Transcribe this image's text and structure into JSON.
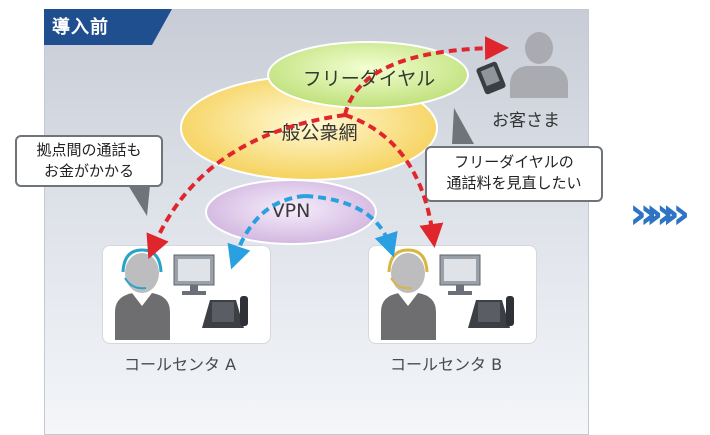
{
  "header": {
    "label": "導入前"
  },
  "clouds": {
    "freedial": "フリーダイヤル",
    "public_network": "一般公衆網",
    "vpn": "VPN"
  },
  "customer": {
    "label": "お客さま"
  },
  "callouts": {
    "left": "拠点間の通話も\nお金がかかる",
    "right": "フリーダイヤルの\n通話料を見直したい"
  },
  "centers": {
    "a": "コールセンタ A",
    "b": "コールセンタ B"
  },
  "colors": {
    "tab": "#1f4f8f",
    "red_link": "#e0262d",
    "blue_link": "#2aa0e0",
    "next_arrow": "#2d74c2"
  },
  "icons": {
    "next": "triple-chevron-right-icon"
  },
  "next_arrows": "»»»"
}
